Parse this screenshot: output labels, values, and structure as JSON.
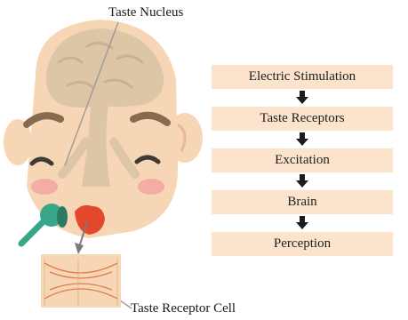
{
  "labels": {
    "taste_nucleus": "Taste Nucleus",
    "taste_receptor_cell": "Taste Receptor Cell"
  },
  "flow": {
    "steps": [
      "Electric Stimulation",
      "Taste Receptors",
      "Excitation",
      "Brain",
      "Perception"
    ]
  },
  "colors": {
    "step_fill": "#fbe3cc",
    "arrow": "#1c1c1c",
    "skin": "#f6d6b5",
    "brain": "#ddc6a6",
    "tongue": "#e4482c",
    "device": "#3aa689"
  },
  "icons": {
    "head": "head-illustration-icon",
    "device": "stimulation-device-icon",
    "tongue": "tongue-icon"
  }
}
